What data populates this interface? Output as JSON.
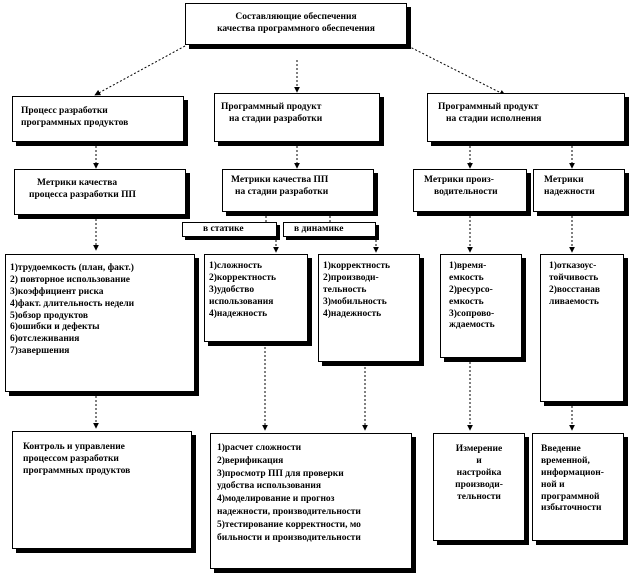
{
  "title": {
    "lines": [
      "Составляющие обеспечения",
      "качества программного обеспечения"
    ]
  },
  "level2": [
    {
      "lines": [
        "Процесс разработки",
        "программных продуктов"
      ]
    },
    {
      "lines": [
        "Программный продукт",
        "на стадии разработки"
      ]
    },
    {
      "lines": [
        "Программный продукт",
        "на стадии исполнения"
      ]
    }
  ],
  "metrics": [
    {
      "lines": [
        "Метрики качества",
        "процесса разработки ПП"
      ]
    },
    {
      "lines": [
        "Метрики качества ПП",
        "на стадии разработки"
      ]
    },
    {
      "lines": [
        "Метрики произ-",
        "водительности"
      ]
    },
    {
      "lines": [
        "Метрики",
        "надежности"
      ]
    }
  ],
  "static_label": "в статике",
  "dynamic_label": "в динамике",
  "lists": [
    {
      "lines": [
        "1)трудоемкость (план, факт.)",
        "2) повторное использование",
        "3)коэффициент риска",
        "4)факт. длительность недели",
        "5)обзор продуктов",
        "6)ошибки и дефекты",
        "6)отслеживания",
        "7)завершения"
      ]
    },
    {
      "lines": [
        "1)сложность",
        "2)корректность",
        "3)удобство",
        "использования",
        "4)надежность"
      ]
    },
    {
      "lines": [
        "1)корректность",
        "2)производи-",
        "тельность",
        "3)мобильность",
        "4)надежность"
      ]
    },
    {
      "lines": [
        "1)время-",
        "емкость",
        "2)ресурсо-",
        "емкость",
        "3)сопрово-",
        "ждаемость"
      ]
    },
    {
      "lines": [
        "1)отказоус-",
        "тойчивость",
        "2)восстанав",
        "ливаемость"
      ]
    }
  ],
  "results": [
    {
      "lines": [
        "Контроль и управление",
        "процессом разработки",
        "программных продуктов"
      ]
    },
    {
      "lines": [
        "1)расчет сложности",
        "2)верификация",
        "3)просмотр ПП для проверки",
        "удобства использования",
        "4)моделирование и прогноз",
        "надежности, производительности",
        "5)тестирование корректности, мо",
        "бильности и производительности"
      ]
    },
    {
      "lines": [
        "Измерение",
        "и",
        "настройка",
        "производи-",
        "тельности"
      ]
    },
    {
      "lines": [
        "Введение",
        "временной,",
        "информацион-",
        "ной и",
        "программной",
        "избыточности"
      ]
    }
  ]
}
